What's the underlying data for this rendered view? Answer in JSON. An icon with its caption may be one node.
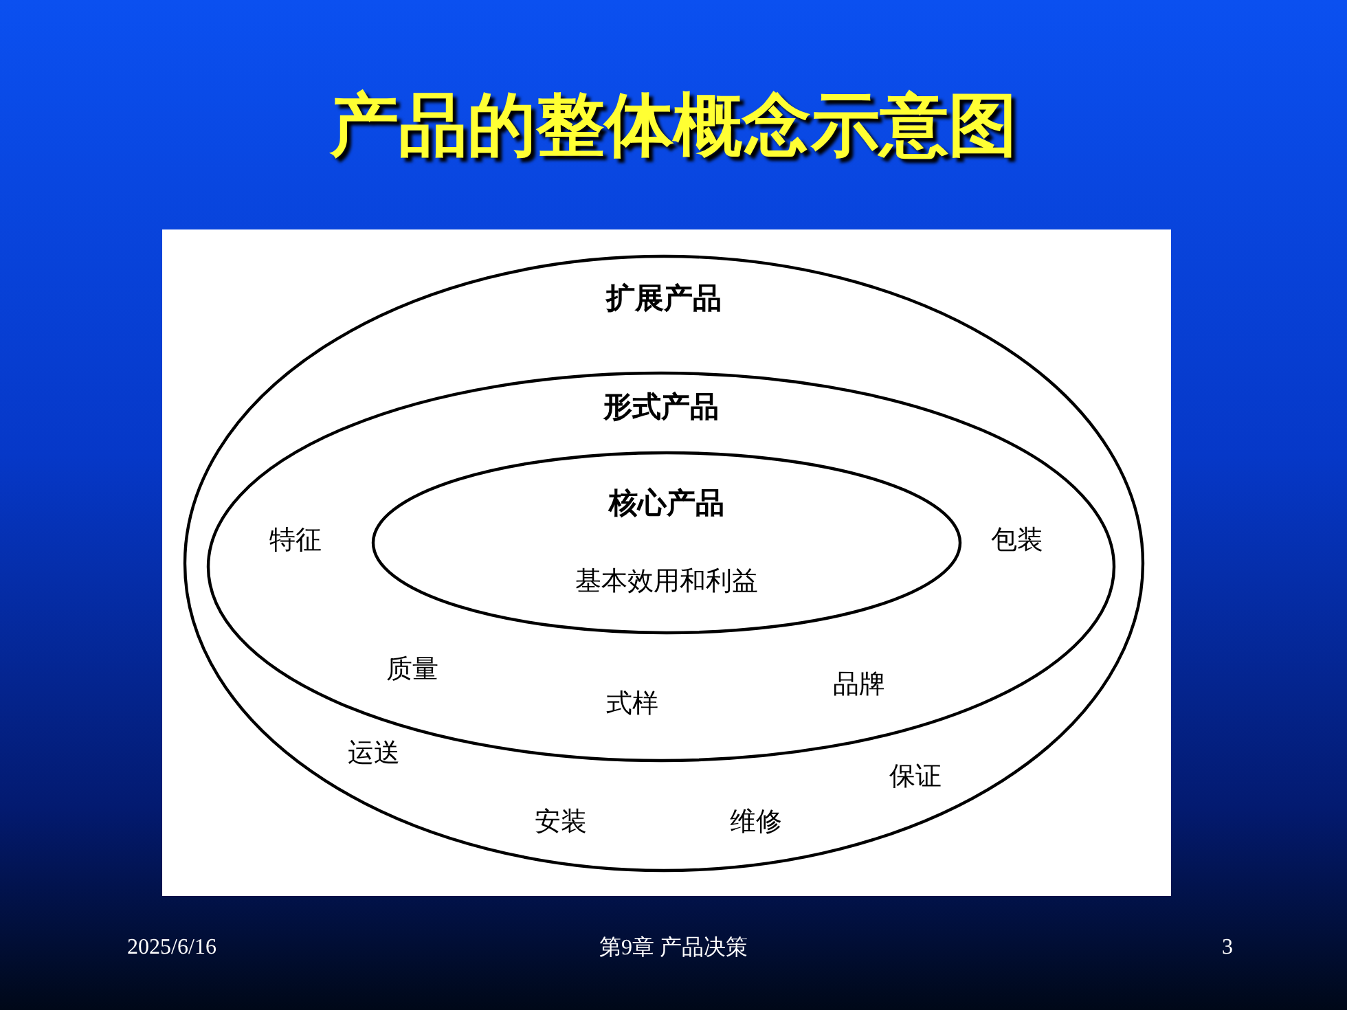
{
  "diagram": {
    "title": "产品的整体概念示意图",
    "nodes": [
      {
        "text": [
          "扩展产品"
        ]
      },
      {
        "text": [
          "形式产品"
        ],
        "in": 0
      },
      {
        "text": [
          "核心产品",
          "基本效用和利益"
        ],
        "in": 1
      }
    ],
    "labels": [
      "特征",
      "包装",
      "质量",
      "式样",
      "品牌",
      "运送",
      "保证",
      "安装",
      "维修",
      "2025/6/16",
      "第9章 产品决策",
      "3"
    ]
  }
}
